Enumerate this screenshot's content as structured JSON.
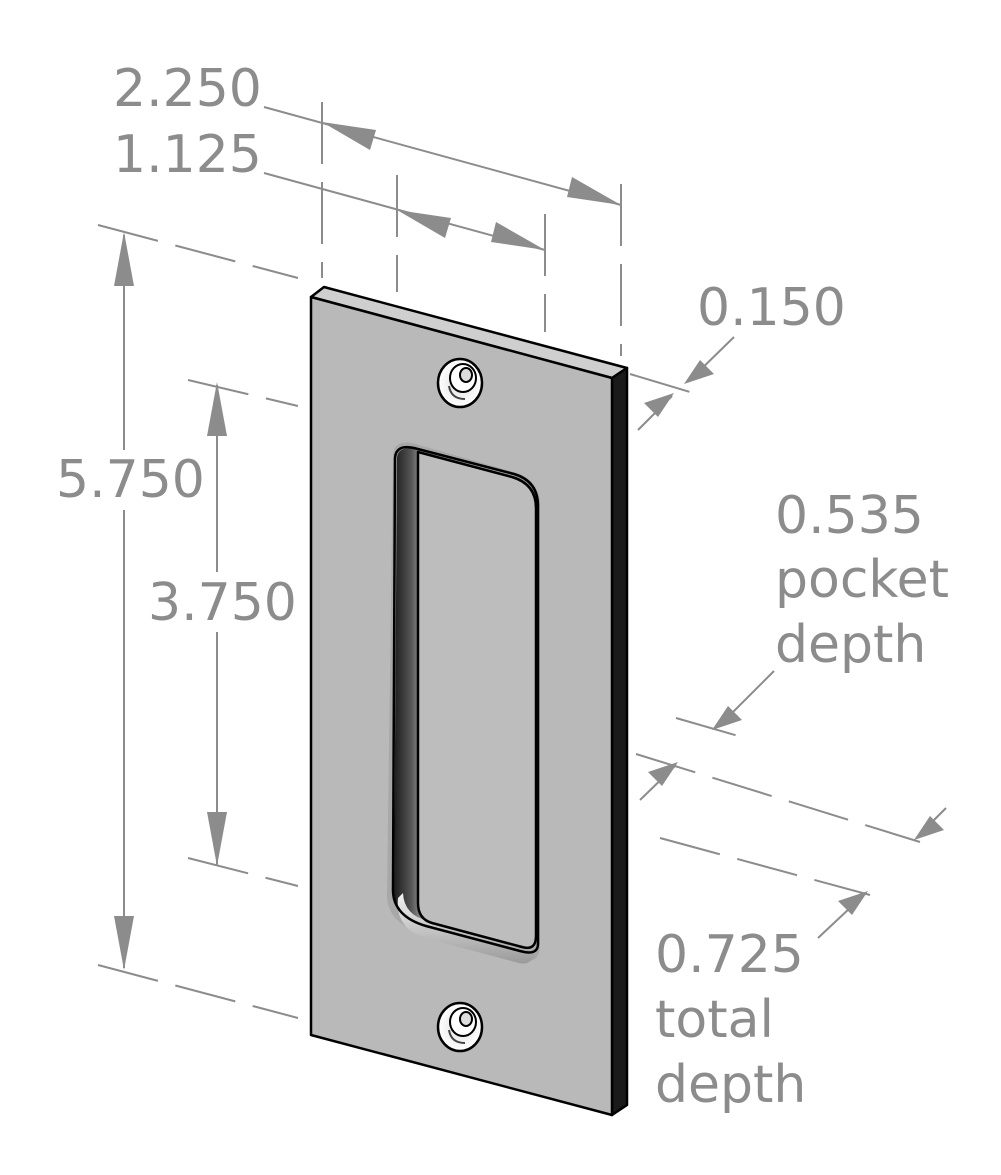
{
  "dimensions": {
    "overall_width": "2.250",
    "half_width": "1.125",
    "plate_thickness": "0.150",
    "overall_height": "5.750",
    "pocket_height": "3.750",
    "pocket_depth_value": "0.535",
    "pocket_depth_label_1": "pocket",
    "pocket_depth_label_2": "depth",
    "total_depth_value": "0.725",
    "total_depth_label_1": "total",
    "total_depth_label_2": "depth"
  },
  "colors": {
    "dimension": "#8c8c8c",
    "plate_face": "#b9b9b9",
    "plate_edge": "#1a1a1a",
    "pocket_floor": "#bdbdbd"
  }
}
